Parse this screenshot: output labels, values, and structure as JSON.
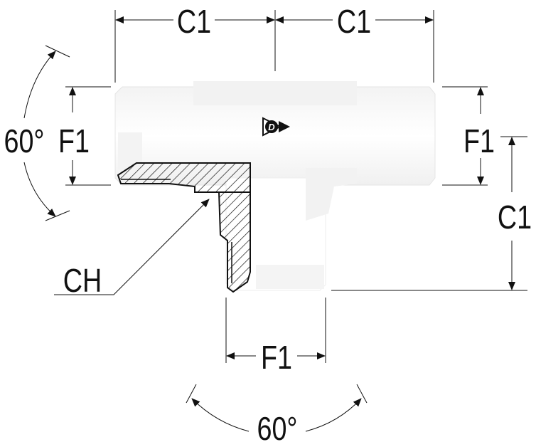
{
  "labels": {
    "c1_top_left": "C1",
    "c1_top_right": "C1",
    "c1_right": "C1",
    "f1_left": "F1",
    "f1_right": "F1",
    "f1_bottom": "F1",
    "angle_left": "60°",
    "angle_bottom": "60°",
    "chamfer": "CH"
  },
  "logo": {
    "icon": "dunlop-d-logo",
    "text": "D"
  },
  "colors": {
    "line": "#111111",
    "body": "#ffffff",
    "shade": "#f1f1f1",
    "hatch": "#111111"
  }
}
